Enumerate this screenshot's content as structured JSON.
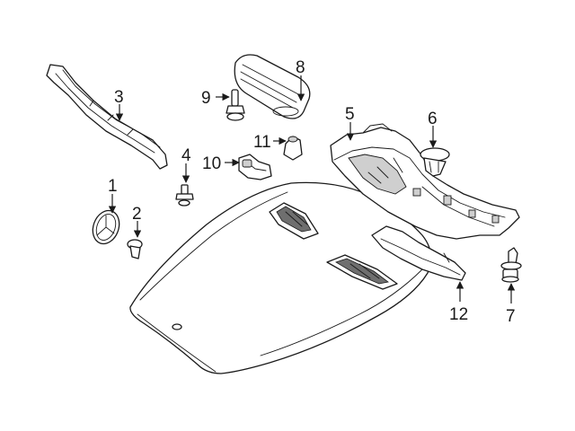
{
  "callouts": [
    {
      "id": "1",
      "text": "1"
    },
    {
      "id": "2",
      "text": "2"
    },
    {
      "id": "3",
      "text": "3"
    },
    {
      "id": "4",
      "text": "4"
    },
    {
      "id": "5",
      "text": "5"
    },
    {
      "id": "6",
      "text": "6"
    },
    {
      "id": "7",
      "text": "7"
    },
    {
      "id": "8",
      "text": "8"
    },
    {
      "id": "9",
      "text": "9"
    },
    {
      "id": "10",
      "text": "10"
    },
    {
      "id": "11",
      "text": "11"
    },
    {
      "id": "12",
      "text": "12"
    }
  ],
  "colors": {
    "line": "#1a1a1a",
    "background": "#ffffff",
    "shade": "#cfcfcf"
  }
}
